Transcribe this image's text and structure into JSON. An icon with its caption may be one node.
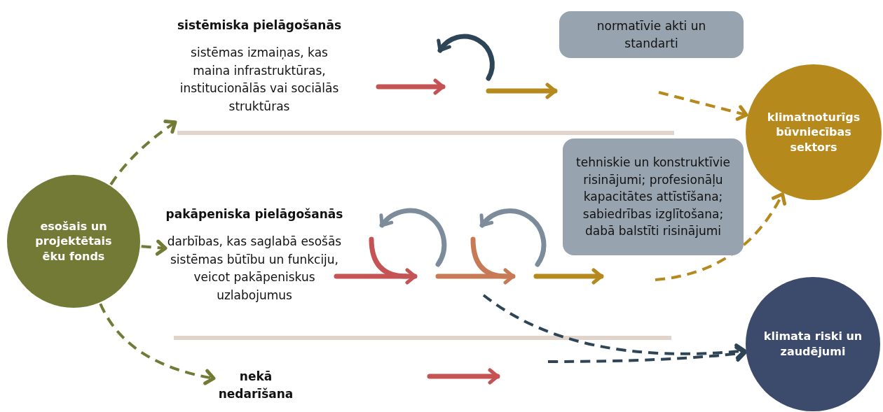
{
  "diagram": {
    "nodes": [
      {
        "text": [
          "esošais un projektētais ēku fonds"
        ]
      },
      {
        "text": [
          "sistēmiska pielāgošanās",
          "sistēmas izmaiņas, kas maina infrastruktūras, institucionālās vai sociālās struktūras"
        ]
      },
      {
        "text": [
          "pakāpeniska pielāgošanās",
          "darbības, kas saglabā esošās sistēmas būtību un funkciju, veicot pakāpeniskus uzlabojumus"
        ]
      },
      {
        "text": [
          "nekā nedarīšana"
        ]
      },
      {
        "text": [
          "normatīvie akti un standarti"
        ]
      },
      {
        "text": [
          "tehniskie un konstruktīvie risinājumi; profesionāļu kapacitātes attīstīšana; sabiedrības izglītošana; dabā balstīti risinājumi"
        ]
      },
      {
        "text": [
          "klimatnoturīgs būvniecības sektors"
        ]
      },
      {
        "text": [
          "klimata riski un zaudējumi"
        ]
      }
    ],
    "edges": [
      {
        "from": 0,
        "to": 1,
        "arrow": "to",
        "style": "dashed",
        "color": "#727a35"
      },
      {
        "from": 0,
        "to": 2,
        "arrow": "to",
        "style": "dashed",
        "color": "#727a35"
      },
      {
        "from": 0,
        "to": 3,
        "arrow": "to",
        "style": "dashed",
        "color": "#727a35"
      },
      {
        "from": null,
        "to": 6,
        "arrow": "to",
        "style": "dashed",
        "color": "#b5891c"
      },
      {
        "from": null,
        "to": 6,
        "arrow": "to",
        "style": "dashed",
        "color": "#b5891c"
      },
      {
        "from": null,
        "to": 7,
        "arrow": "to",
        "style": "dashed",
        "color": "#2e4557"
      },
      {
        "from": null,
        "to": 7,
        "arrow": "to",
        "style": "dashed",
        "color": "#2e4557"
      }
    ]
  }
}
